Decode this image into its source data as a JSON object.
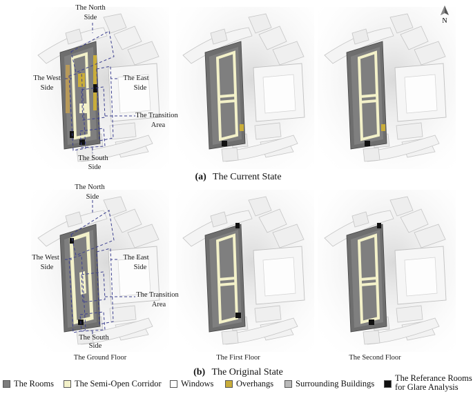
{
  "north_label": "N",
  "panels": {
    "a": {
      "caption_letter": "(a)",
      "caption_text": "The Current State",
      "labels": {
        "north": [
          "The North",
          "Side"
        ],
        "west": [
          "The West",
          "Side"
        ],
        "east": [
          "The East",
          "Side"
        ],
        "transition": [
          "The Transition",
          "Area"
        ],
        "south": [
          "The South",
          "Side"
        ]
      }
    },
    "b": {
      "caption_letter": "(b)",
      "caption_text": "The Original State",
      "labels": {
        "north": [
          "The North",
          "Side"
        ],
        "west": [
          "The West",
          "Side"
        ],
        "east": [
          "The East",
          "Side"
        ],
        "transition": [
          "The Transition",
          "Area"
        ],
        "south": [
          "The South",
          "Side"
        ]
      }
    }
  },
  "floors": [
    "The Ground Floor",
    "The First Floor",
    "The Second Floor"
  ],
  "legend": [
    {
      "label": "The  Rooms",
      "color": "#7d7d7d"
    },
    {
      "label": "The  Semi-Open Corridor",
      "color": "#f3f1c9"
    },
    {
      "label": "Windows",
      "color": "#ffffff"
    },
    {
      "label": "Overhangs",
      "color": "#c9ad3a"
    },
    {
      "label": "Surrounding Buildings",
      "color": "#b9b9b9"
    },
    {
      "label": "The Referance Rooms",
      "label2": "for Glare Analysis",
      "color": "#111111"
    }
  ],
  "colors": {
    "rooms": "#7d7d7d",
    "corridor": "#f3f1c9",
    "overhang": "#c9ad3a",
    "surrounding": "#e6e6e6",
    "reference": "#111111",
    "dashed": "#3b3f8f"
  }
}
